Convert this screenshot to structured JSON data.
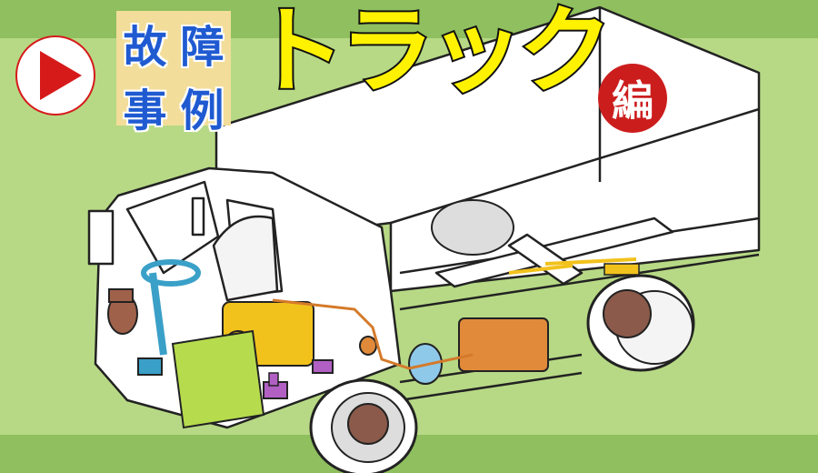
{
  "banner": {
    "kanji_grid": [
      "故",
      "障",
      "事",
      "例"
    ],
    "title": "トラック",
    "edition_badge": "編"
  },
  "colors": {
    "bg_light": "#b7d985",
    "bg_band": "#8fbf5e",
    "title_fill": "#fff200",
    "kanji_blue": "#1f5ad1",
    "kanji_box": "#f2dd9a",
    "badge_red": "#cc1d1d",
    "play_red": "#d61a1a"
  },
  "icons": [
    "play-icon",
    "truck-cutaway-illustration"
  ]
}
